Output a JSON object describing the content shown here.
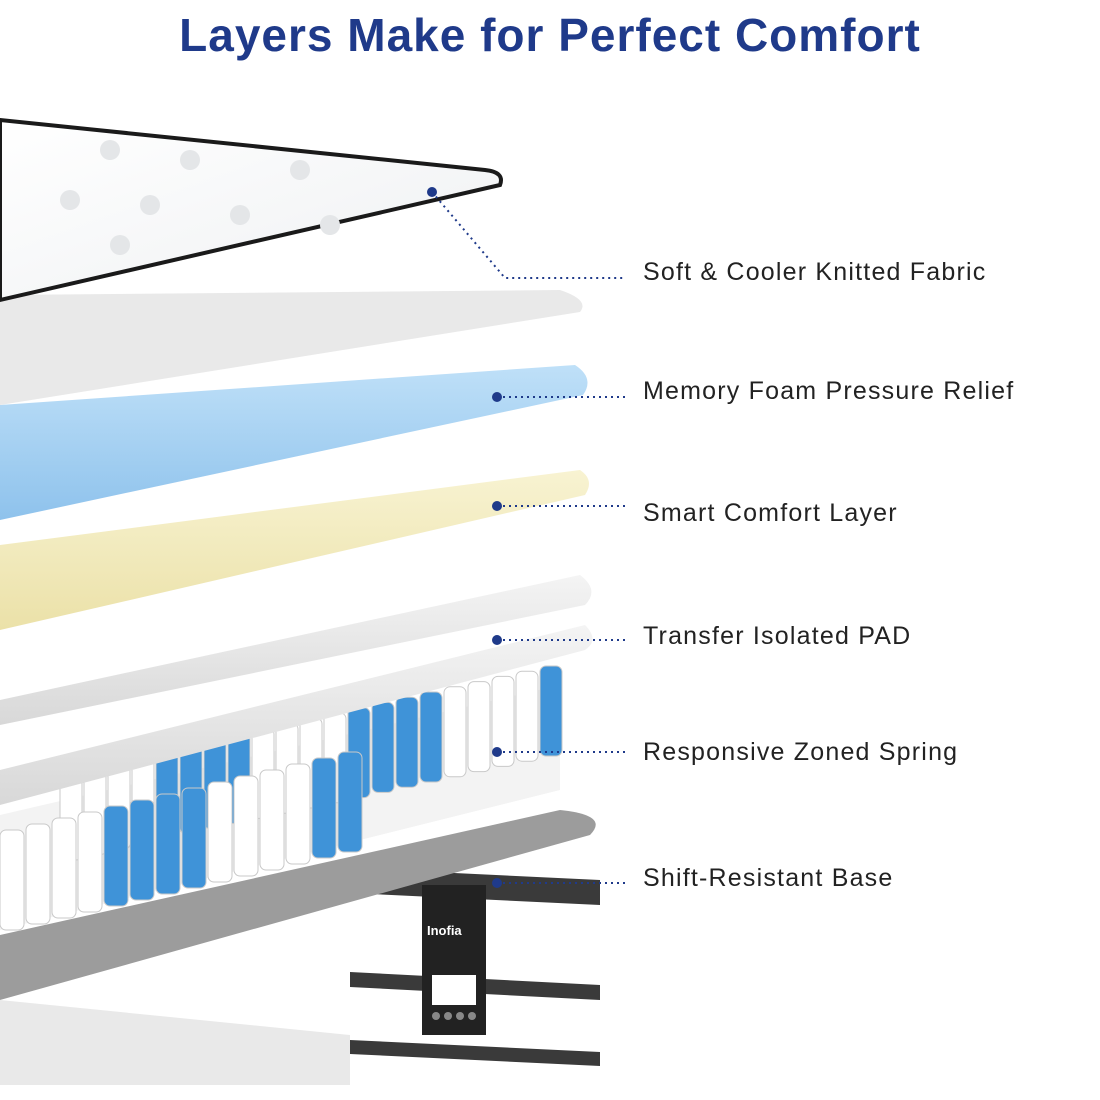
{
  "title": "Layers Make for Perfect Comfort",
  "colors": {
    "title": "#1f3a8a",
    "label_text": "#222222",
    "marker": "#1f3a8a",
    "knit_fabric": "#ffffff",
    "memory_foam": "#a9d4f3",
    "comfort_layer": "#f4eec6",
    "pad": "#eeeeee",
    "spring_blue": "#3f93d8",
    "spring_white": "#ffffff",
    "base_gray": "#9a9a9a",
    "border_dark": "#3a3a3a"
  },
  "layers": [
    {
      "label": "Soft & Cooler Knitted Fabric"
    },
    {
      "label": "Memory Foam Pressure Relief"
    },
    {
      "label": "Smart Comfort Layer"
    },
    {
      "label": "Transfer Isolated PAD"
    },
    {
      "label": "Responsive Zoned Spring"
    },
    {
      "label": "Shift-Resistant Base"
    }
  ],
  "brand": {
    "name": "Inofia"
  },
  "icons": [
    "brand-badge-icon",
    "layer-marker-icon"
  ]
}
